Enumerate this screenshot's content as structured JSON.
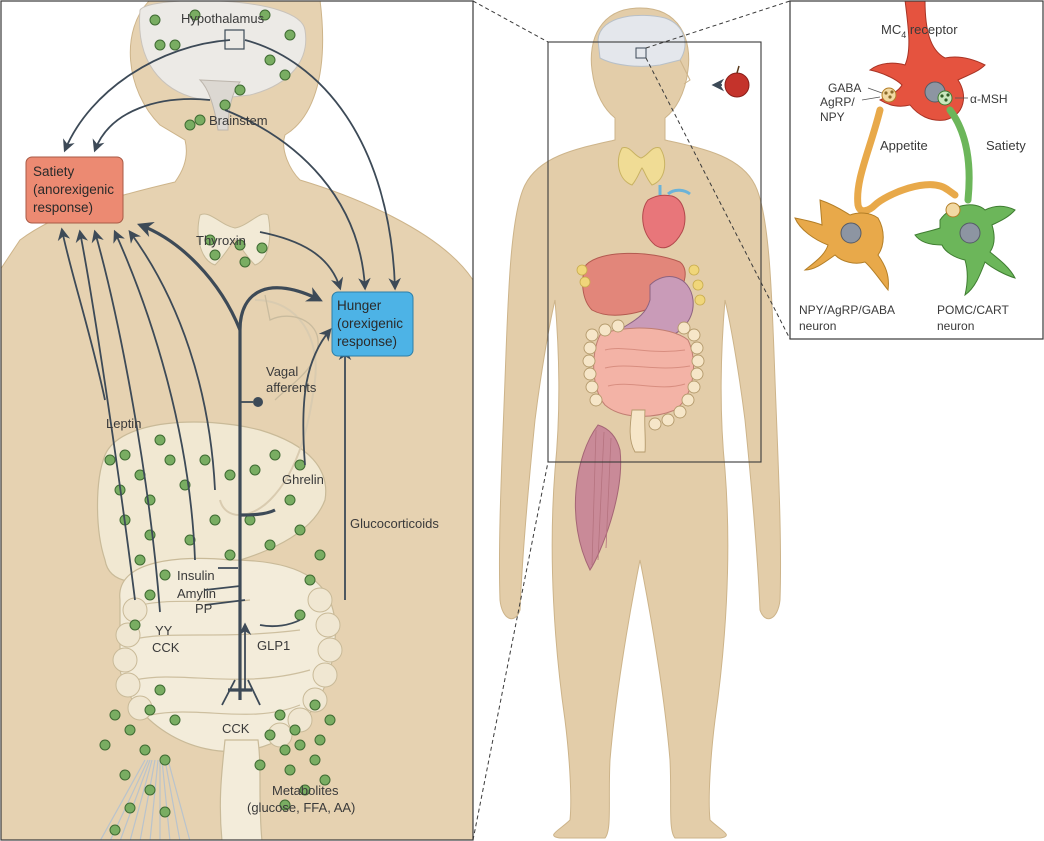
{
  "zoom_panel": {
    "hypothalamus": "Hypothalamus",
    "brainstem": "Brainstem",
    "satiety_box": [
      "Satiety",
      "(anorexigenic",
      "response)"
    ],
    "hunger_box": [
      "Hunger",
      "(orexigenic",
      "response)"
    ],
    "thyroxin": "Thyroxin",
    "vagal": [
      "Vagal",
      "afferents"
    ],
    "leptin": "Leptin",
    "ghrelin": "Ghrelin",
    "glucocorticoids": "Glucocorticoids",
    "insulin": "Insulin",
    "amylin": "Amylin",
    "pp": "PP",
    "yy": "YY",
    "cck_left": "CCK",
    "glp1": "GLP1",
    "cck_bottom": "CCK",
    "metabolites": [
      "Metabolites",
      "(glucose, FFA, AA)"
    ]
  },
  "neuron_panel": {
    "mc4": "MC",
    "mc4_sub": "4",
    "mc4_rest": " receptor",
    "gaba": "GABA",
    "agrp": "AgRP/",
    "npy": "NPY",
    "amsh": "α-MSH",
    "appetite": "Appetite",
    "satiety": "Satiety",
    "npy_neuron": [
      "NPY/AgRP/GABA",
      "neuron"
    ],
    "pomc_neuron": [
      "POMC/CART",
      "neuron"
    ]
  },
  "colors": {
    "skin": "#e6d2b1",
    "skin_dark": "#d8c19c",
    "satiety_box": "#ec8a72",
    "hunger_box": "#4db3e6",
    "granule": "#79ad62",
    "arrow": "#3d4a57",
    "red_neuron": "#e5533f",
    "orange_neuron": "#e8a94a",
    "green_neuron": "#6cb65a"
  }
}
